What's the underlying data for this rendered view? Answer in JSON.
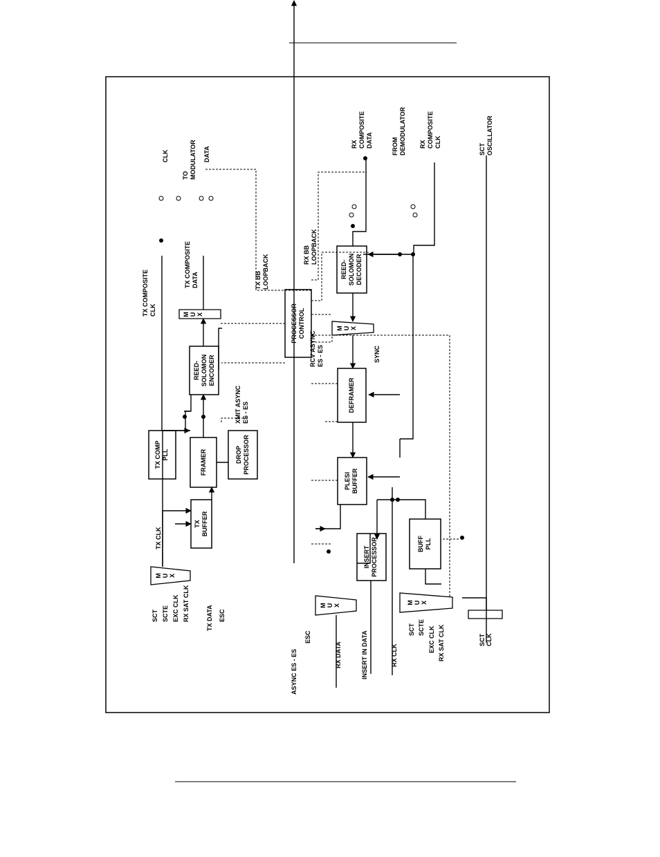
{
  "blocks": {
    "tx_comp_pll": [
      "TX COMP",
      "PLL"
    ],
    "framer": [
      "FRAMER"
    ],
    "drop_processor": [
      "DROP",
      "PROCESSOR"
    ],
    "tx_buffer": [
      "TX",
      "BUFFER"
    ],
    "rs_encoder": [
      "REED-",
      "SOLOMON",
      "ENCODER"
    ],
    "processor_control": [
      "PROCESSOR",
      "CONTROL"
    ],
    "rs_decoder": [
      "REED-",
      "SOLOMON",
      "DECODER"
    ],
    "deframer": [
      "DEFRAMER"
    ],
    "plesi_buffer": [
      "PLESI",
      "BUFFER"
    ],
    "insert_processor": [
      "INSERT",
      "PROCESSOR"
    ],
    "buff_pll": [
      "BUFF",
      "PLL"
    ]
  },
  "mux": [
    "M",
    "U",
    "X"
  ],
  "labels": {
    "tx_clk": "TX CLK",
    "tx_composite_clk": [
      "TX COMPOSITE",
      "CLK"
    ],
    "tx_composite_data": [
      "TX COMPOSITE",
      "DATA"
    ],
    "to_modulator": [
      "TO",
      "MODULATOR"
    ],
    "clk": "CLK",
    "data": "DATA",
    "tx_bb_loopback": [
      "TX BB",
      "LOOPBACK"
    ],
    "rx_bb_loopback": [
      "RX BB",
      "LOOPBACK"
    ],
    "xmit_async": [
      "XMIT ASYNC",
      "ES - ES"
    ],
    "rcv_async": [
      "RCV ASYNC",
      "ES - ES"
    ],
    "sync": "SYNC",
    "rx_composite_data": [
      "RX",
      "COMPOSITE",
      "DATA"
    ],
    "from_demodulator": [
      "FROM",
      "DEMODULATOR"
    ],
    "rx_composite_clk": [
      "RX",
      "COMPOSITE",
      "CLK"
    ],
    "sct_oscillator": [
      "SCT",
      "OSCILLATOR"
    ]
  },
  "inputs_top": [
    "SCT",
    "SCTE",
    "EXC CLK",
    "RX SAT CLK"
  ],
  "inputs_tx": [
    "TX DATA",
    "ESC"
  ],
  "bottom_labels": [
    "ASYNC ES - ES",
    "ESC",
    "RX DATA",
    "INSERT IN DATA",
    "RX CLK"
  ],
  "inputs_bottom": [
    "SCT",
    "SCTE",
    "EXC CLK",
    "RX SAT CLK"
  ],
  "sct_clk": [
    "SCT",
    "CLK"
  ]
}
